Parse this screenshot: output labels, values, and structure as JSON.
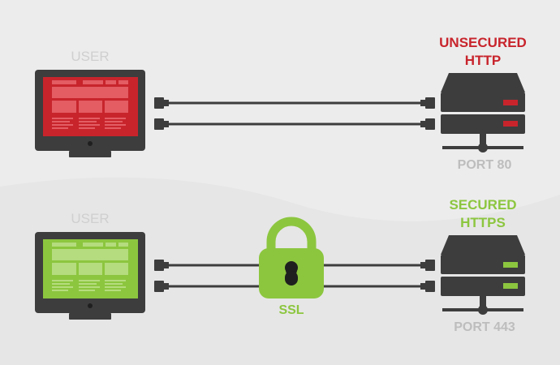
{
  "colors": {
    "background": "#ececec",
    "unsecured": "#c8242c",
    "secured": "#8cc63f",
    "device": "#3d3d3d",
    "muted_text": "#bdbdbd"
  },
  "rows": [
    {
      "user_label": "USER",
      "server_label_line1": "UNSECURED",
      "server_label_line2": "HTTP",
      "port_label": "PORT 80",
      "status_color": "#c8242c"
    },
    {
      "user_label": "USER",
      "server_label_line1": "SECURED",
      "server_label_line2": "HTTPS",
      "port_label": "PORT 443",
      "status_color": "#8cc63f"
    }
  ],
  "lock": {
    "label": "SSL",
    "icon": "padlock-icon"
  }
}
